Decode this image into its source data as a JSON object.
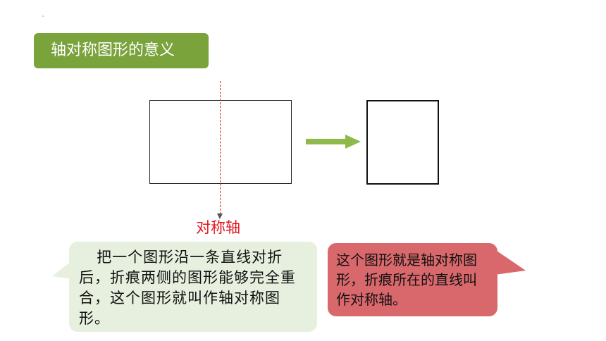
{
  "title": "轴对称图形的意义",
  "axis_label": "对称轴",
  "left_bubble_text": "把一个图形沿一条直线对折后，折痕两侧的图形能够完全重合，这个图形就叫作轴对称图形。",
  "right_bubble_text": "这个图形就是轴对称图形，折痕所在的直线叫作对称轴。",
  "colors": {
    "title_bg": "#7aa33c",
    "axis_red": "#e0141e",
    "arrow_green": "#8fb94b",
    "left_bubble": "#e7f0de",
    "right_bubble": "#d9686c"
  }
}
